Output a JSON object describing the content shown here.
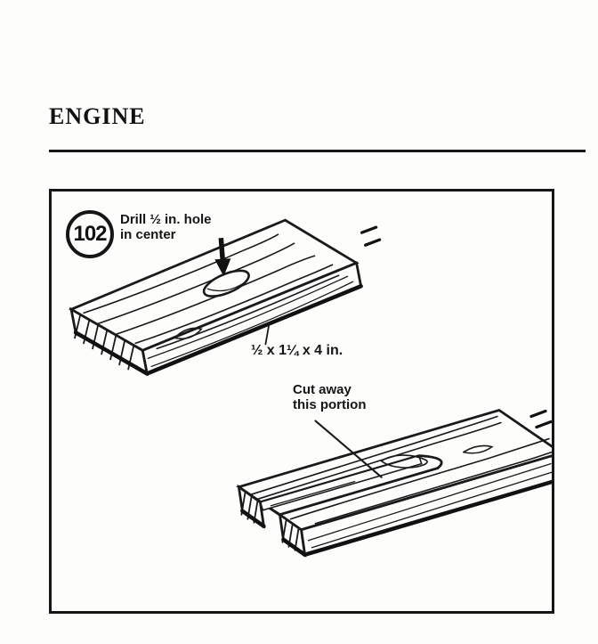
{
  "page": {
    "section_title": "ENGINE"
  },
  "figure": {
    "number": "102",
    "labels": {
      "drill_line1": "Drill ½ in. hole",
      "drill_line2": "in center",
      "dimensions": "½ x 1¼ x 4 in.",
      "cut_line1": "Cut away",
      "cut_line2": "this portion"
    },
    "colors": {
      "ink": "#1a1a1a",
      "paper": "#fdfdfc"
    }
  }
}
